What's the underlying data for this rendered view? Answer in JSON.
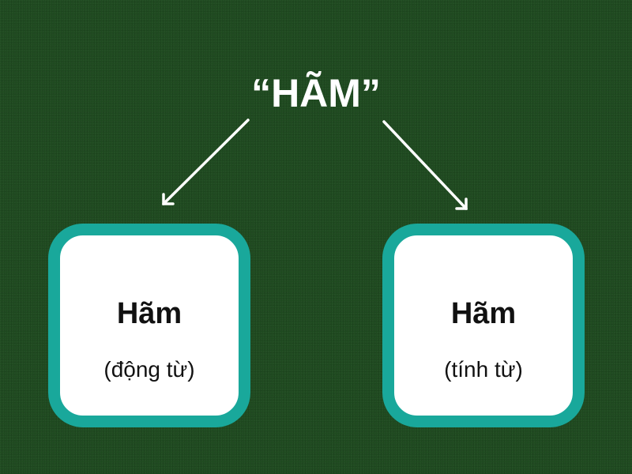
{
  "title": "“HÃM”",
  "colors": {
    "background": "#1e4a1f",
    "box_border": "#19a89b",
    "box_fill": "#ffffff",
    "arrow": "#ffffff",
    "title_text": "#ffffff"
  },
  "boxes": [
    {
      "word": "Hãm",
      "part_of_speech": "(động từ)"
    },
    {
      "word": "Hãm",
      "part_of_speech": "(tính từ)"
    }
  ],
  "arrows": [
    {
      "from": "title",
      "to": "box-left",
      "direction": "down-left"
    },
    {
      "from": "title",
      "to": "box-right",
      "direction": "down-right"
    }
  ]
}
